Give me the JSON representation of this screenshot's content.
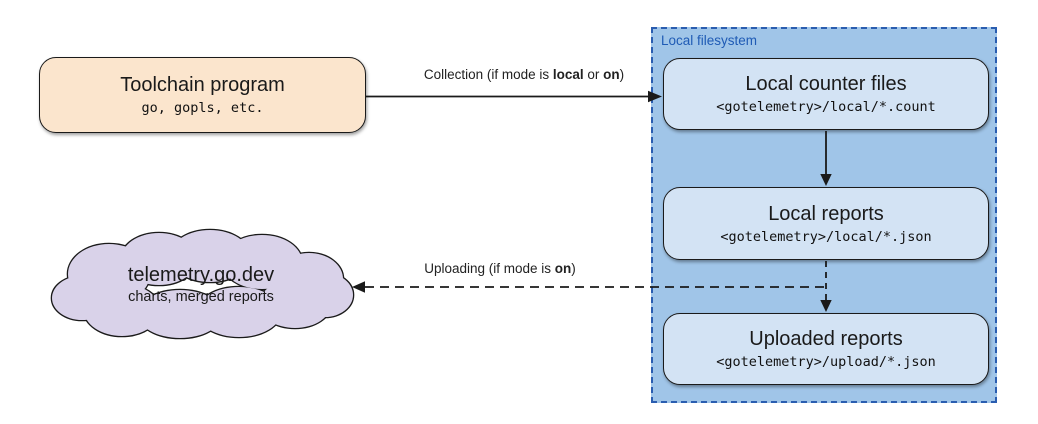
{
  "colors": {
    "background": "#ffffff",
    "toolchain_fill": "#fbe5cd",
    "cloud_fill": "#d9d2e9",
    "container_fill": "#a0c5e8",
    "container_border": "#2a5db0",
    "container_label_color": "#1f5bb5",
    "inner_box_fill": "#d3e3f4",
    "outline": "#1a1a1a"
  },
  "toolchain": {
    "title": "Toolchain program",
    "subtitle": "go, gopls, etc."
  },
  "cloud": {
    "title": "telemetry.go.dev",
    "subtitle": "charts, merged reports"
  },
  "filesystem": {
    "label": "Local filesystem",
    "boxes": [
      {
        "title": "Local counter files",
        "path": "<gotelemetry>/local/*.count"
      },
      {
        "title": "Local reports",
        "path": "<gotelemetry>/local/*.json"
      },
      {
        "title": "Uploaded reports",
        "path": "<gotelemetry>/upload/*.json"
      }
    ]
  },
  "edges": {
    "collection": {
      "pre": "Collection (if mode is ",
      "bold1": "local",
      "mid": " or ",
      "bold2": "on",
      "post": ")"
    },
    "uploading": {
      "pre": "Uploading (if mode is ",
      "bold1": "on",
      "post": ")"
    }
  }
}
